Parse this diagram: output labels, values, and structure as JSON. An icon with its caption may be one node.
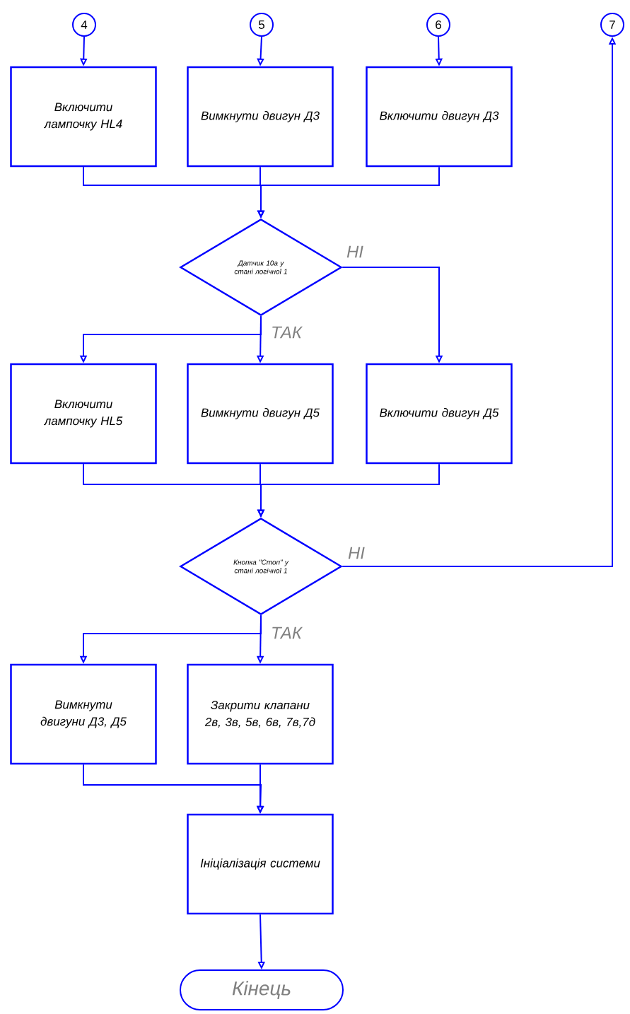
{
  "diagram": {
    "nodes": [
      {
        "text": [
          "4"
        ]
      },
      {
        "text": [
          "5"
        ]
      },
      {
        "text": [
          "6"
        ]
      },
      {
        "text": [
          "7"
        ]
      },
      {
        "text": [
          "Включити лампочку HL4"
        ]
      },
      {
        "text": [
          "Вимкнути двигун Д3"
        ]
      },
      {
        "text": [
          "Включити двигун Д3"
        ]
      },
      {
        "text": [
          "Датчик 10а у стані логічної 1"
        ]
      },
      {
        "text": [
          "Включити лампочку HL5"
        ]
      },
      {
        "text": [
          "Вимкнути двигун Д5"
        ]
      },
      {
        "text": [
          "Включити двигун Д5"
        ]
      },
      {
        "text": [
          "Кнопка \"Стоп\" у стані логічної 1"
        ]
      },
      {
        "text": [
          "Вимкнути двигуни Д3, Д5"
        ]
      },
      {
        "text": [
          "Закрити клапани 2в, 3в, 5в, 6в, 7в,7д"
        ]
      },
      {
        "text": [
          "Ініціалізація системи"
        ]
      },
      {
        "text": [
          "Кінець"
        ]
      }
    ],
    "edges": [
      {
        "from": 0,
        "to": 4,
        "arrow": "to"
      },
      {
        "from": 1,
        "to": 5,
        "arrow": "to"
      },
      {
        "from": 2,
        "to": 6,
        "arrow": "to"
      },
      {
        "from": 4,
        "to": 7,
        "arrow": "to"
      },
      {
        "from": 5,
        "to": 7,
        "arrow": "to"
      },
      {
        "from": 6,
        "to": 7,
        "arrow": "to"
      },
      {
        "from": 7,
        "to": 8,
        "arrow": "to"
      },
      {
        "from": 7,
        "to": 9,
        "arrow": "to",
        "label": "ТАК"
      },
      {
        "from": 7,
        "to": 10,
        "arrow": "to",
        "label": "НІ"
      },
      {
        "from": 8,
        "to": 11,
        "arrow": "to"
      },
      {
        "from": 9,
        "to": 11,
        "arrow": "to"
      },
      {
        "from": 10,
        "to": 11,
        "arrow": "to"
      },
      {
        "from": 11,
        "to": 3,
        "arrow": "to",
        "label": "НІ"
      },
      {
        "from": 11,
        "to": 12,
        "arrow": "to"
      },
      {
        "from": 11,
        "to": 13,
        "arrow": "to",
        "label": "ТАК"
      },
      {
        "from": 12,
        "to": 14,
        "arrow": "to"
      },
      {
        "from": 13,
        "to": 14,
        "arrow": "to"
      },
      {
        "from": 14,
        "to": 15,
        "arrow": "to"
      }
    ]
  }
}
